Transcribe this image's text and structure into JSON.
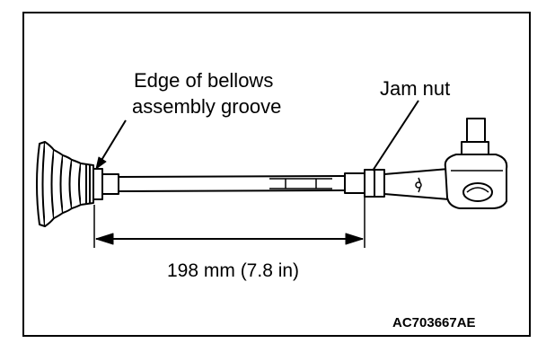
{
  "figure": {
    "callouts": {
      "bellows_groove_line1": "Edge of bellows",
      "bellows_groove_line2": "assembly groove",
      "jam_nut": "Jam nut"
    },
    "dimension_label": "198 mm (7.8 in)",
    "figure_code": "AC703667AE"
  }
}
